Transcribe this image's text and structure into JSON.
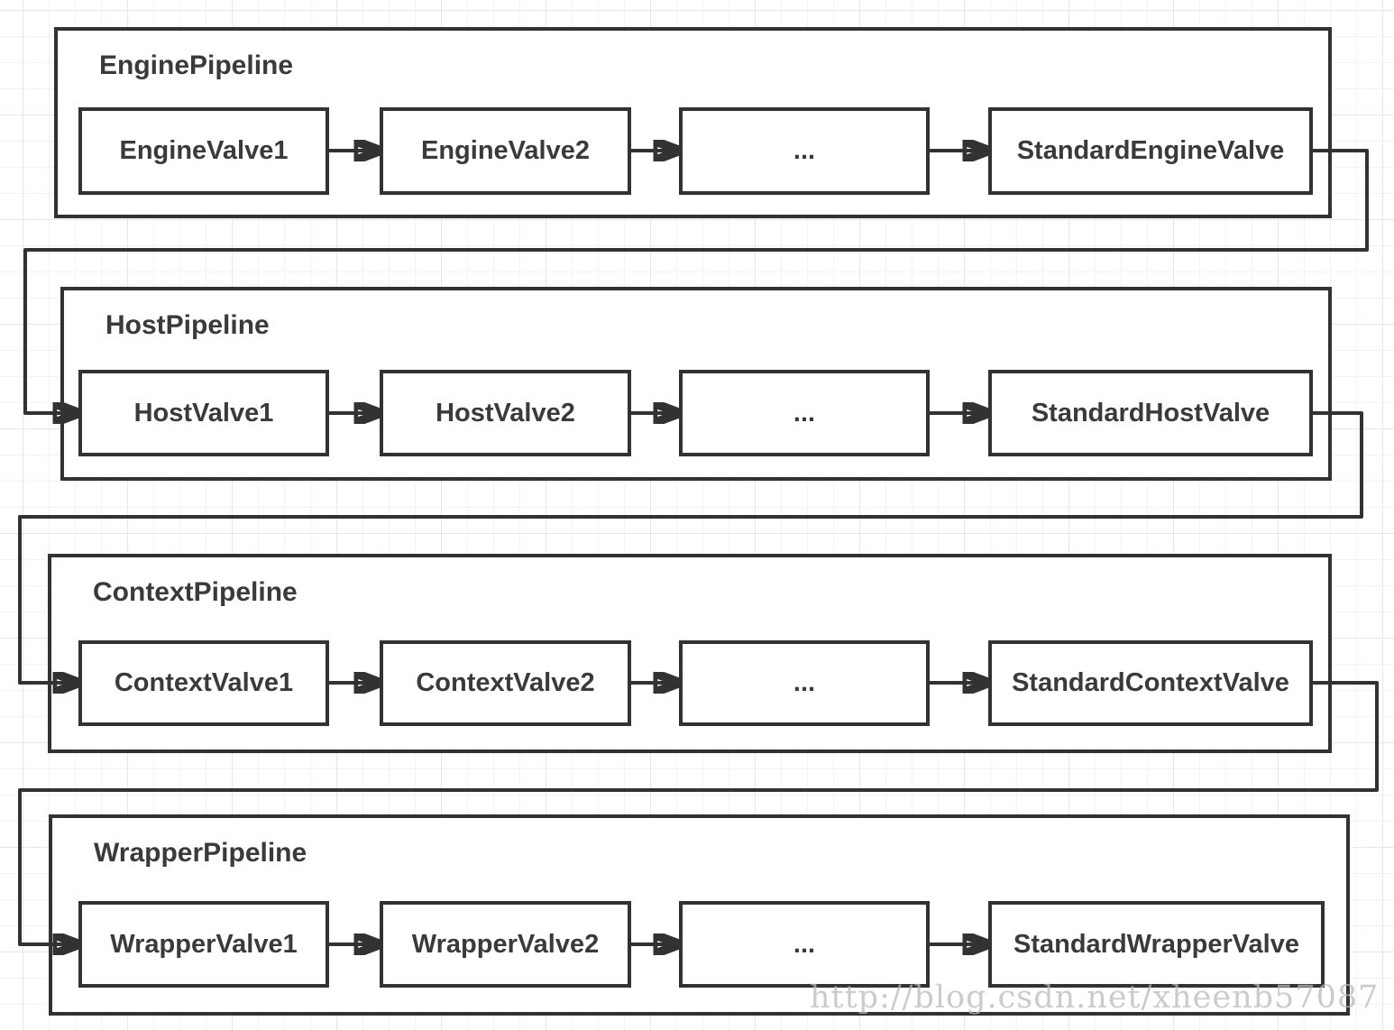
{
  "diagram": {
    "type": "flow-diagram",
    "watermark": "http://blog.csdn.net/xheenb57087",
    "colors": {
      "line": "#323232",
      "text": "#3a3a3a",
      "background": "#ffffff",
      "grid_minor": "#f3f3f3",
      "grid_major": "#e7e7e7",
      "watermark": "#b9b9b9"
    },
    "pipelines": [
      {
        "title": "EnginePipeline",
        "valves": [
          "EngineValve1",
          "EngineValve2",
          "...",
          "StandardEngineValve"
        ]
      },
      {
        "title": "HostPipeline",
        "valves": [
          "HostValve1",
          "HostValve2",
          "...",
          "StandardHostValve"
        ]
      },
      {
        "title": "ContextPipeline",
        "valves": [
          "ContextValve1",
          "ContextValve2",
          "...",
          "StandardContextValve"
        ]
      },
      {
        "title": "WrapperPipeline",
        "valves": [
          "WrapperValve1",
          "WrapperValve2",
          "...",
          "StandardWrapperValve"
        ]
      }
    ]
  }
}
